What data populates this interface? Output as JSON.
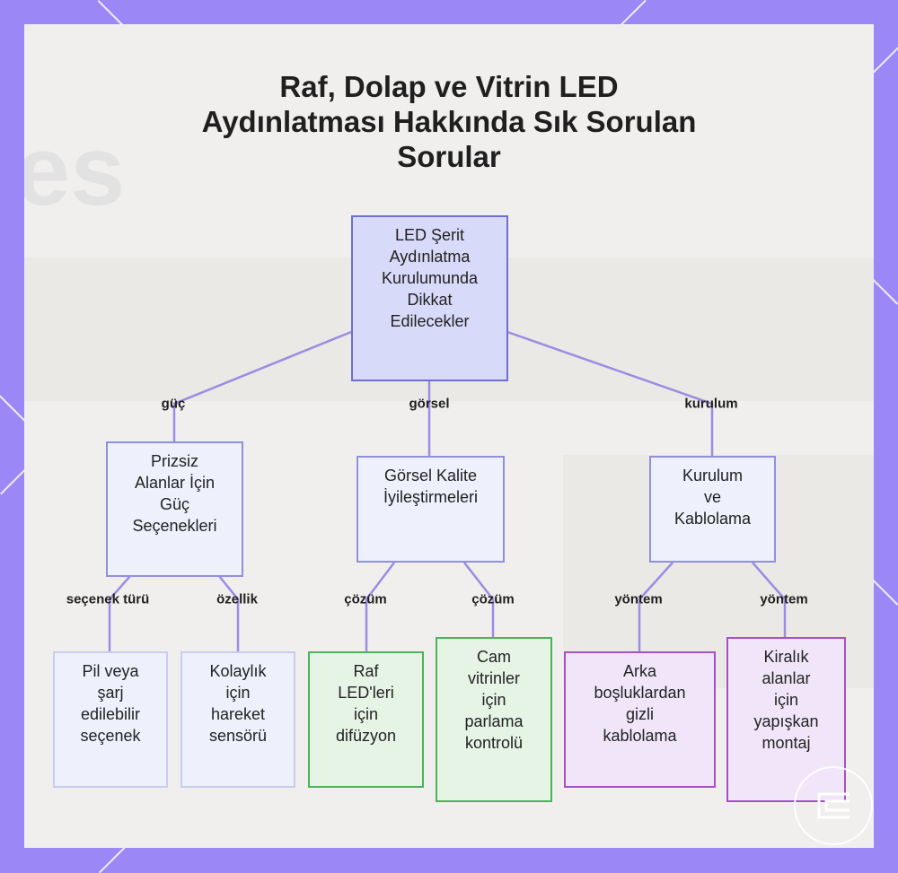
{
  "title": [
    "Raf, Dolap ve Vitrin LED",
    "Aydınlatması Hakkında Sık Sorulan",
    "Sorular"
  ],
  "colors": {
    "frame": "#9b87f5",
    "panel": "#f0efee",
    "edge": "#9d8be3",
    "root_fill": "#d8daf9",
    "green_border": "#4cb35a",
    "purple_border": "#a451c8"
  },
  "nodes": {
    "root": [
      "LED Şerit",
      "Aydınlatma",
      "Kurulumunda",
      "Dikkat",
      "Edilecekler"
    ],
    "power": [
      "Prizsiz",
      "Alanlar İçin",
      "Güç",
      "Seçenekleri"
    ],
    "visual": [
      "Görsel Kalite",
      "İyileştirmeleri"
    ],
    "install": [
      "Kurulum",
      "ve",
      "Kablolama"
    ],
    "battery": [
      "Pil veya",
      "şarj",
      "edilebilir",
      "seçenek"
    ],
    "motion": [
      "Kolaylık",
      "için",
      "hareket",
      "sensörü"
    ],
    "diffuser": [
      "Raf",
      "LED'leri",
      "için",
      "difüzyon"
    ],
    "glare": [
      "Cam",
      "vitrinler",
      "için",
      "parlama",
      "kontrolü"
    ],
    "hidden_cable": [
      "Arka",
      "boşluklardan",
      "gizli",
      "kablolama"
    ],
    "adhesive": [
      "Kiralık",
      "alanlar",
      "için",
      "yapışkan",
      "montaj"
    ]
  },
  "edge_labels": {
    "power": "güç",
    "visual": "görsel",
    "install": "kurulum",
    "battery": "seçenek türü",
    "motion": "özellik",
    "diffuser": "çözüm",
    "glare": "çözüm",
    "hidden_cable": "yöntem",
    "adhesive": "yöntem"
  },
  "logo_icon": "brand-logo-icon"
}
